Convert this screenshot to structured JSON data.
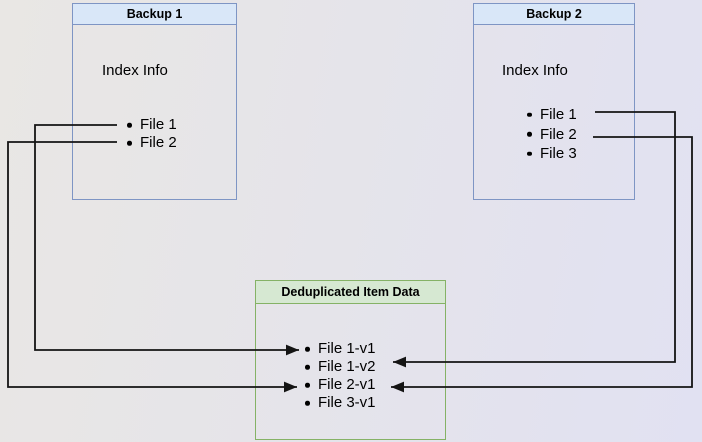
{
  "backup1": {
    "title": "Backup 1",
    "info_label": "Index Info",
    "files": [
      "File 1",
      "File 2"
    ]
  },
  "backup2": {
    "title": "Backup 2",
    "info_label": "Index Info",
    "files": [
      "File 1",
      "File 2",
      "File 3"
    ]
  },
  "dedup": {
    "title": "Deduplicated Item Data",
    "items": [
      "File 1-v1",
      "File 1-v2",
      "File 2-v1",
      "File 3-v1"
    ]
  },
  "connections": [
    {
      "from": "Backup 1 / File 1",
      "to": "Deduplicated Item Data / File 1-v1"
    },
    {
      "from": "Backup 1 / File 2",
      "to": "Deduplicated Item Data / File 2-v1"
    },
    {
      "from": "Backup 2 / File 1",
      "to": "Deduplicated Item Data / File 1-v2"
    },
    {
      "from": "Backup 2 / File 2",
      "to": "Deduplicated Item Data / File 2-v1"
    }
  ],
  "colors": {
    "blue_fill": "#d9e7f8",
    "blue_border": "#7e95c4",
    "green_fill": "#d6e8d2",
    "green_border": "#85b266",
    "arrow": "#141414"
  }
}
